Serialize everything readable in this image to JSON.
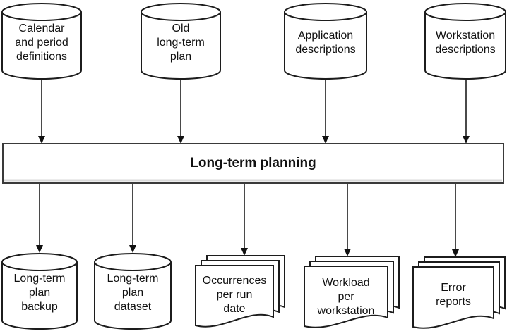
{
  "diagram": {
    "process": {
      "title": "Long-term planning"
    },
    "colors": {
      "background": "#ffffff",
      "line": "#1c1c1c",
      "box_border": "#3a3a3a",
      "text": "#111111"
    },
    "inputs": [
      {
        "id": "calendar-period-definitions",
        "type": "database",
        "label": "Calendar\nand period\ndefinitions"
      },
      {
        "id": "old-long-term-plan",
        "type": "database",
        "label": "Old\nlong-term\nplan"
      },
      {
        "id": "application-descriptions",
        "type": "database",
        "label": "Application\ndescriptions"
      },
      {
        "id": "workstation-descriptions",
        "type": "database",
        "label": "Workstation\ndescriptions"
      }
    ],
    "outputs": [
      {
        "id": "long-term-plan-backup",
        "type": "database",
        "label": "Long-term\nplan\nbackup"
      },
      {
        "id": "long-term-plan-dataset",
        "type": "database",
        "label": "Long-term\nplan\ndataset"
      },
      {
        "id": "occurrences-per-run-date",
        "type": "report",
        "label": "Occurrences\nper run\ndate"
      },
      {
        "id": "workload-per-workstation",
        "type": "report",
        "label": "Workload\nper\nworkstation"
      },
      {
        "id": "error-reports",
        "type": "report",
        "label": "Error\nreports"
      }
    ]
  }
}
